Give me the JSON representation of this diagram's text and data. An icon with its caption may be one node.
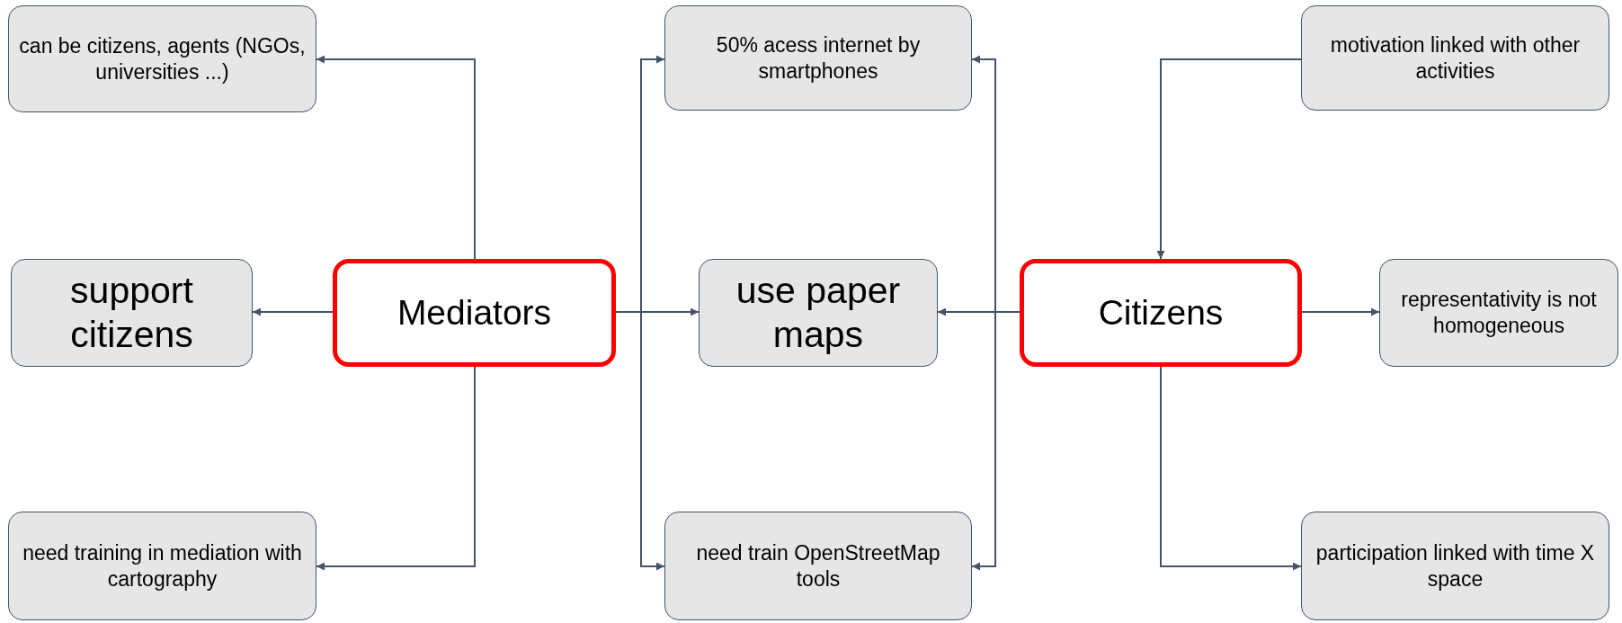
{
  "diagram": {
    "nodes": [
      {
        "text": [
          "can be citizens, agents (NGOs, universities ...)"
        ]
      },
      {
        "text": [
          "50% acess internet by smartphones"
        ]
      },
      {
        "text": [
          "motivation linked with other activities"
        ]
      },
      {
        "text": [
          "support citizens"
        ]
      },
      {
        "text": [
          "Mediators"
        ]
      },
      {
        "text": [
          "use paper maps"
        ]
      },
      {
        "text": [
          "Citizens"
        ]
      },
      {
        "text": [
          "representativity is not homogeneous"
        ]
      },
      {
        "text": [
          "need training in mediation with cartography"
        ]
      },
      {
        "text": [
          "need train OpenStreetMap tools"
        ]
      },
      {
        "text": [
          "participation linked with time X space"
        ]
      }
    ],
    "edges": [
      {
        "from": 4,
        "to": 0,
        "arrow": "to"
      },
      {
        "from": 4,
        "to": 3,
        "arrow": "to"
      },
      {
        "from": 4,
        "to": 8,
        "arrow": "to"
      },
      {
        "from": 4,
        "to": 5,
        "arrow": "to"
      },
      {
        "from": 4,
        "to": 1,
        "arrow": "to"
      },
      {
        "from": 4,
        "to": 9,
        "arrow": "to"
      },
      {
        "from": 6,
        "to": 5,
        "arrow": "to"
      },
      {
        "from": 6,
        "to": 1,
        "arrow": "to"
      },
      {
        "from": 6,
        "to": 9,
        "arrow": "to"
      },
      {
        "from": 2,
        "to": 6,
        "arrow": "to"
      },
      {
        "from": 6,
        "to": 7,
        "arrow": "to"
      },
      {
        "from": 6,
        "to": 10,
        "arrow": "to"
      }
    ]
  }
}
